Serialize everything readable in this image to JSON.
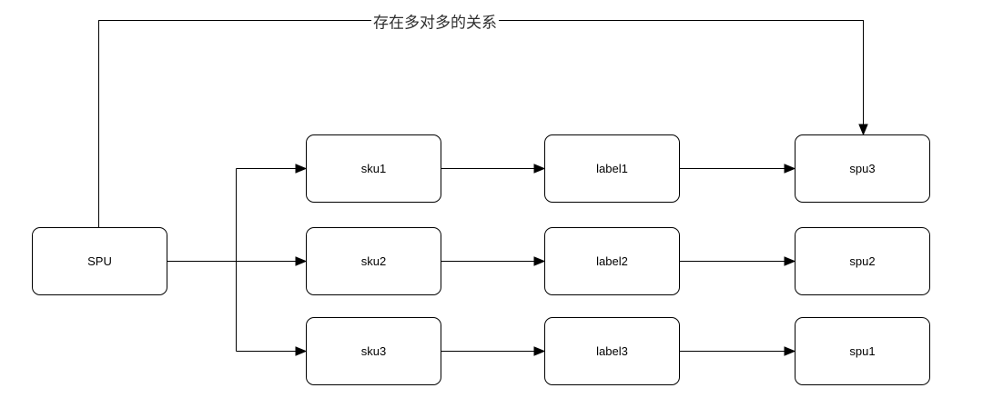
{
  "diagram": {
    "annotation": "存在多对多的关系",
    "nodes": {
      "spu_root": "SPU",
      "sku1": "sku1",
      "sku2": "sku2",
      "sku3": "sku3",
      "label1": "label1",
      "label2": "label2",
      "label3": "label3",
      "spu3": "spu3",
      "spu2": "spu2",
      "spu1": "spu1"
    },
    "edges": [
      {
        "from": "SPU",
        "to": "sku1"
      },
      {
        "from": "SPU",
        "to": "sku2"
      },
      {
        "from": "SPU",
        "to": "sku3"
      },
      {
        "from": "sku1",
        "to": "label1"
      },
      {
        "from": "sku2",
        "to": "label2"
      },
      {
        "from": "sku3",
        "to": "label3"
      },
      {
        "from": "label1",
        "to": "spu3"
      },
      {
        "from": "label2",
        "to": "spu2"
      },
      {
        "from": "label3",
        "to": "spu1"
      },
      {
        "from": "SPU",
        "to": "spu3",
        "label": "存在多对多的关系"
      }
    ],
    "colors": {
      "stroke": "#000000",
      "node_fill": "#ffffff",
      "background": "#ffffff"
    }
  }
}
